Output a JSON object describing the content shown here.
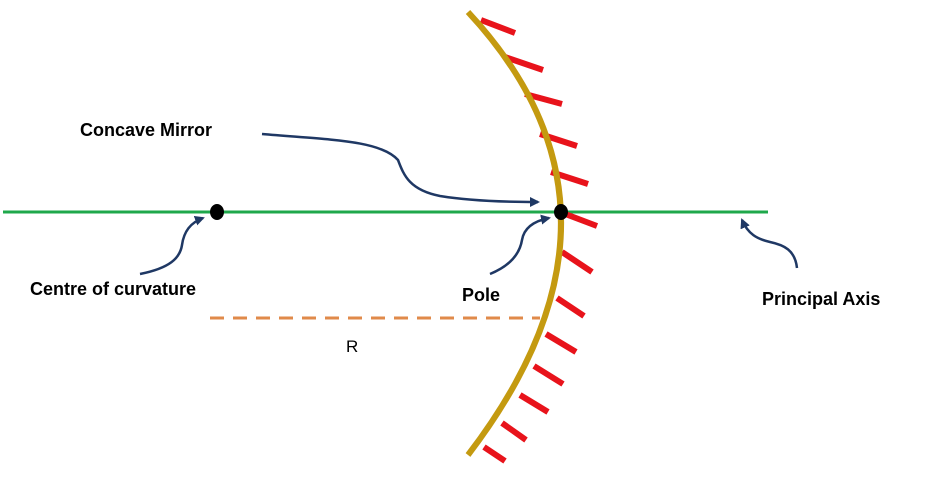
{
  "labels": {
    "concave_mirror": "Concave Mirror",
    "centre_of_curvature": "Centre of curvature",
    "pole": "Pole",
    "principal_axis": "Principal  Axis",
    "radius": "R"
  },
  "colors": {
    "mirror": "#C49A10",
    "hatch": "#E8131B",
    "axis": "#1FA84B",
    "radius_line": "#E08A4A",
    "arrow": "#1F3864",
    "point": "#000000"
  }
}
